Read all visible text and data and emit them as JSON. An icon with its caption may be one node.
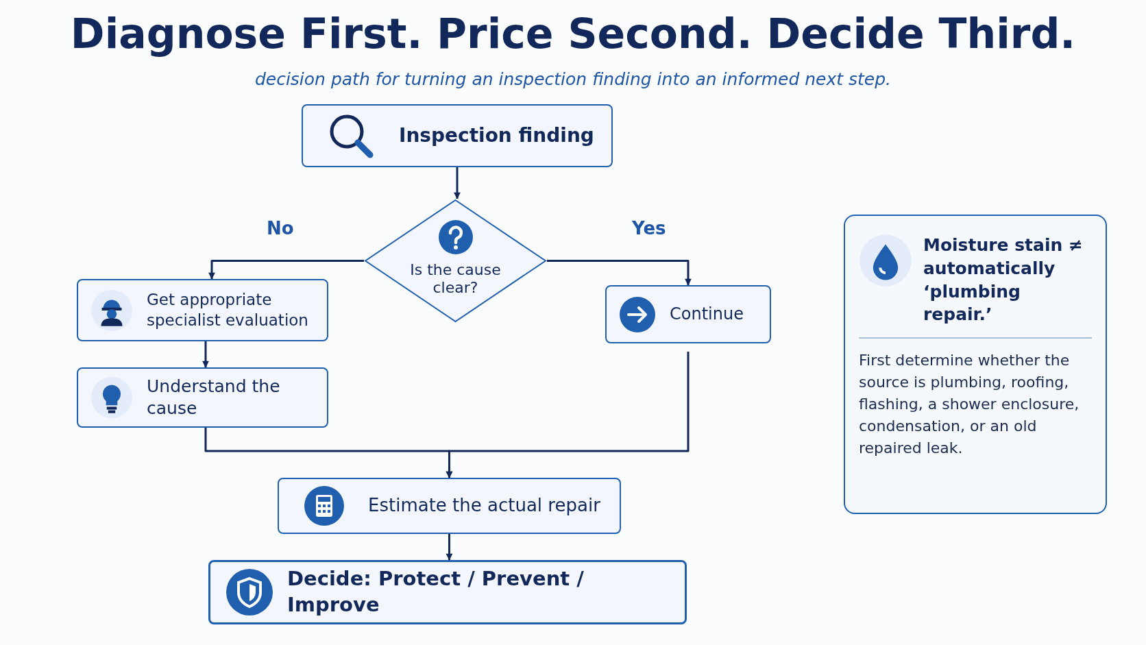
{
  "diagram": {
    "title": "Diagnose First. Price Second. Decide Third.",
    "caption": "decision path for turning an inspection finding into an informed next step.",
    "nodes": [
      {
        "text": [
          "Inspection finding"
        ]
      },
      {
        "text": [
          "Is the cause clear?"
        ]
      },
      {
        "text": [
          "Get appropriate specialist evaluation"
        ]
      },
      {
        "text": [
          "Understand the cause"
        ]
      },
      {
        "text": [
          "Continue"
        ]
      },
      {
        "text": [
          "Estimate the actual repair"
        ]
      },
      {
        "text": [
          "Decide: Protect / Prevent / Improve"
        ]
      },
      {
        "text": [
          "Moisture stain ≠ automatically ‘plumbing repair.’",
          "First determine whether the source is plumbing, roofing, flashing, a shower enclosure, condensation, or an old repaired leak."
        ]
      }
    ],
    "edges": [
      {
        "from": 0,
        "to": 1,
        "arrow": "to"
      },
      {
        "from": 1,
        "to": 2,
        "arrow": "to",
        "label": "No"
      },
      {
        "from": 1,
        "to": 4,
        "arrow": "to",
        "label": "Yes"
      },
      {
        "from": 2,
        "to": 3,
        "arrow": "to"
      },
      {
        "from": 3,
        "to": 5,
        "arrow": "to"
      },
      {
        "from": 4,
        "to": 5,
        "arrow": "to"
      },
      {
        "from": 5,
        "to": 6,
        "arrow": "to"
      }
    ]
  }
}
